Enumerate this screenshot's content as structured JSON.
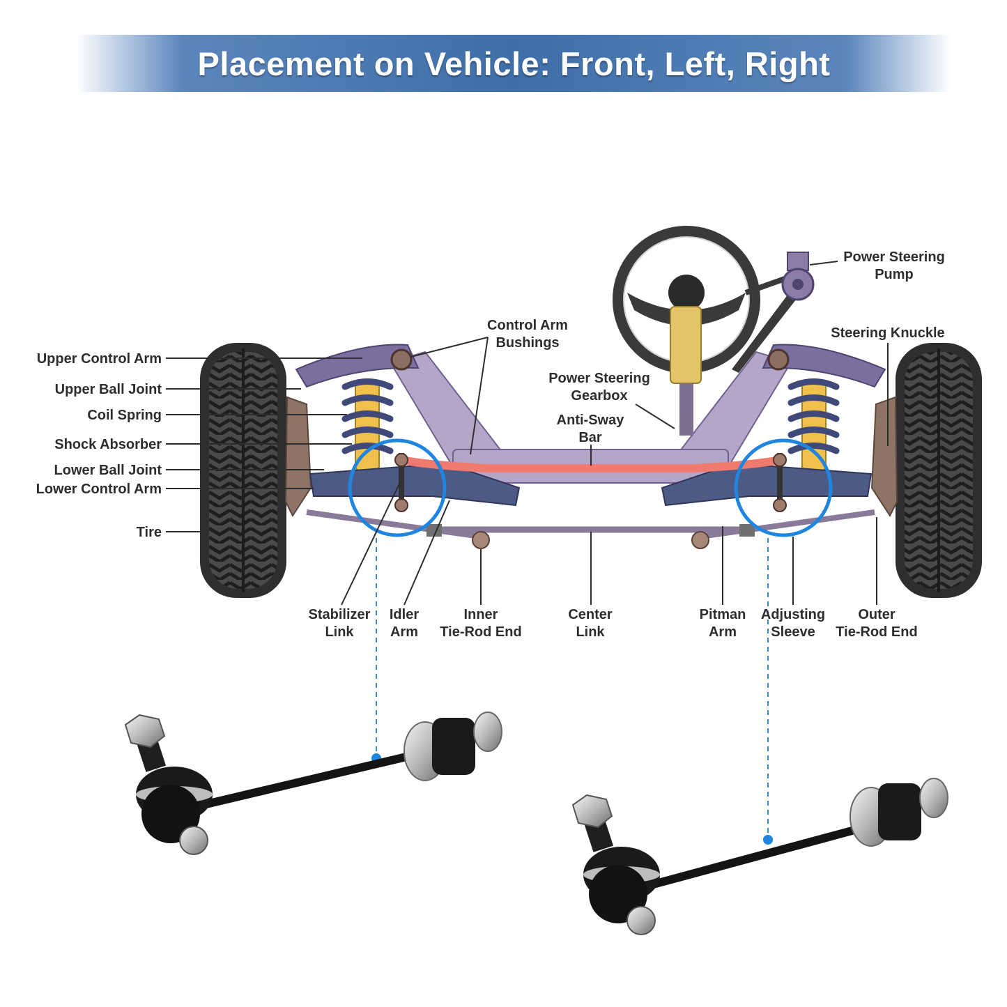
{
  "title": "Placement on Vehicle: Front, Left, Right",
  "colors": {
    "banner": "#3f6ea8",
    "frame": "#b4a6c9",
    "frame_dark": "#8f7fac",
    "anti_sway_bar": "#f07a6e",
    "spring": "#3f4a78",
    "shock": "#f0c04f",
    "highlight_circle": "#1e86e0",
    "tire": "#3a3a3a",
    "link_part": "#141414"
  },
  "labels": {
    "upper_control_arm": "Upper Control Arm",
    "upper_ball_joint": "Upper Ball Joint",
    "coil_spring": "Coil Spring",
    "shock_absorber": "Shock Absorber",
    "lower_ball_joint": "Lower Ball Joint",
    "lower_control_arm": "Lower Control Arm",
    "tire": "Tire",
    "control_arm_bushings_1": "Control Arm",
    "control_arm_bushings_2": "Bushings",
    "power_steering_gearbox_1": "Power Steering",
    "power_steering_gearbox_2": "Gearbox",
    "anti_sway_bar_1": "Anti-Sway",
    "anti_sway_bar_2": "Bar",
    "power_steering_pump_1": "Power Steering",
    "power_steering_pump_2": "Pump",
    "steering_knuckle": "Steering Knuckle",
    "stabilizer_link_1": "Stabilizer",
    "stabilizer_link_2": "Link",
    "idler_arm_1": "Idler",
    "idler_arm_2": "Arm",
    "inner_tie_rod_1": "Inner",
    "inner_tie_rod_2": "Tie-Rod End",
    "center_link_1": "Center",
    "center_link_2": "Link",
    "pitman_arm_1": "Pitman",
    "pitman_arm_2": "Arm",
    "adjusting_sleeve_1": "Adjusting",
    "adjusting_sleeve_2": "Sleeve",
    "outer_tie_rod_1": "Outer",
    "outer_tie_rod_2": "Tie-Rod End"
  }
}
